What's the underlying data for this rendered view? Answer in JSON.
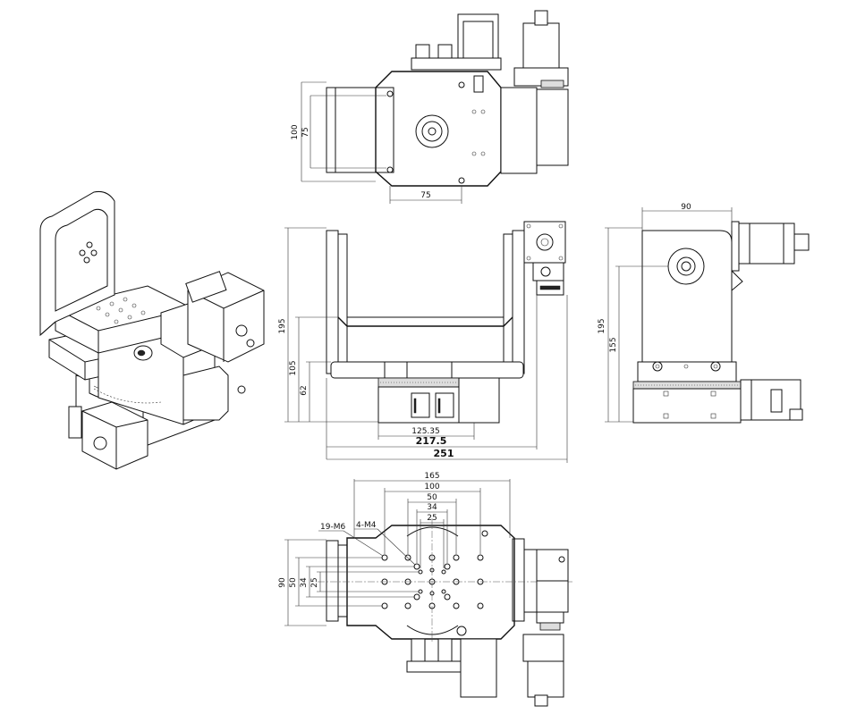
{
  "dimensions": {
    "top_view": {
      "height_outer": "100",
      "height_inner": "75",
      "hole_spacing": "75"
    },
    "front_view": {
      "total_height": "195",
      "mid_height": "105",
      "base_height": "62",
      "inner_width": "125.35",
      "width_mid": "217.5",
      "width_total": "251"
    },
    "side_view": {
      "width": "90",
      "total_height": "195",
      "axis_height": "155"
    },
    "bottom_view": {
      "w165": "165",
      "w100": "100",
      "w50": "50",
      "w34": "34",
      "w25": "25",
      "h90": "90",
      "h50": "50",
      "h34": "34",
      "h25": "25",
      "hole_label_a": "19-M6",
      "hole_label_b": "4-M4"
    }
  }
}
